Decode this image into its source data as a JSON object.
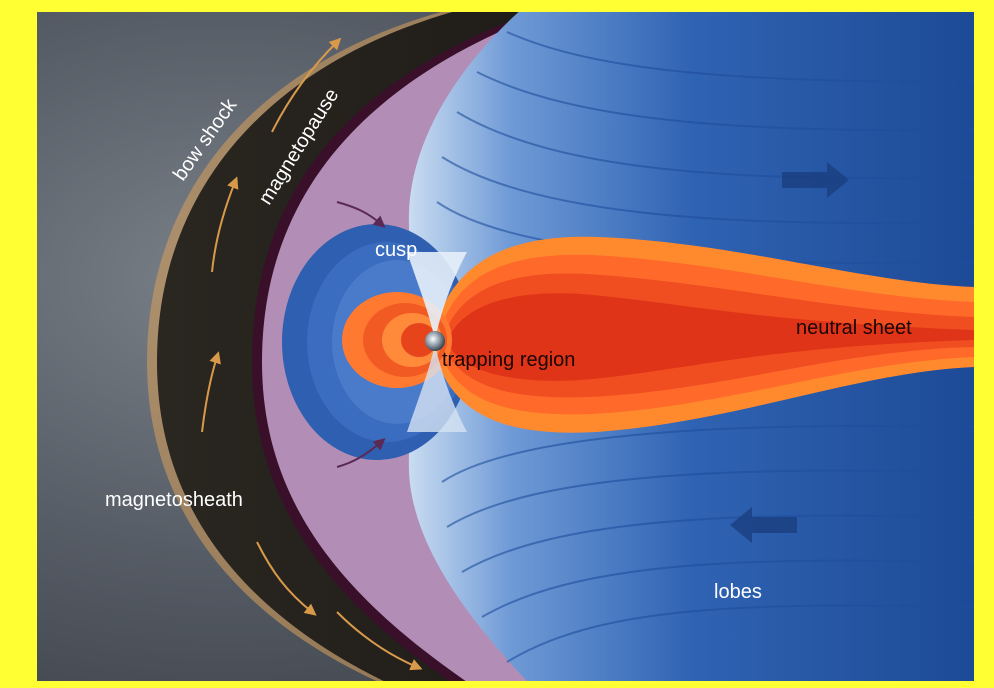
{
  "labels": {
    "bow_shock": "bow shock",
    "magnetopause": "magnetopause",
    "cusp": "cusp",
    "trapping_region": "trapping region",
    "neutral_sheet": "neutral sheet",
    "magnetosheath": "magnetosheath",
    "lobes": "lobes"
  },
  "colors": {
    "frame": "#ffff33",
    "space": "#4a5058",
    "magnetosheath": "#1c1915",
    "magnetopause_line": "#3a0f2a",
    "boundary_layer": "#b08cb4",
    "lobe_blue": "#2d5fae",
    "plasma_orange": "#ff6a2a",
    "plasma_red": "#e8371c"
  }
}
